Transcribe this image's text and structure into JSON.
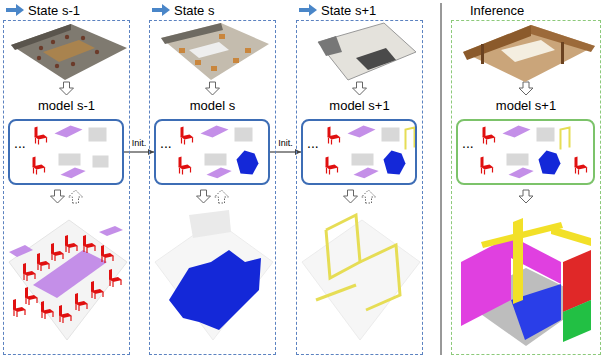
{
  "diagram": {
    "nodes": [
      {
        "text": [
          "State s-1",
          "model s-1"
        ]
      },
      {
        "text": [
          "..."
        ],
        "in": 0
      },
      {
        "text": [
          "State s",
          "model s"
        ]
      },
      {
        "text": [
          "..."
        ],
        "in": 2
      },
      {
        "text": [
          "State s+1",
          "model s+1"
        ]
      },
      {
        "text": [
          "..."
        ],
        "in": 4
      },
      {
        "text": [
          "Inference",
          "model s+1"
        ]
      },
      {
        "text": [
          "..."
        ],
        "in": 6
      }
    ],
    "edges": [
      {
        "from": 1,
        "to": 3,
        "arrow": "to",
        "label": "Init."
      },
      {
        "from": 3,
        "to": 5,
        "arrow": "to",
        "label": "Init."
      }
    ]
  }
}
